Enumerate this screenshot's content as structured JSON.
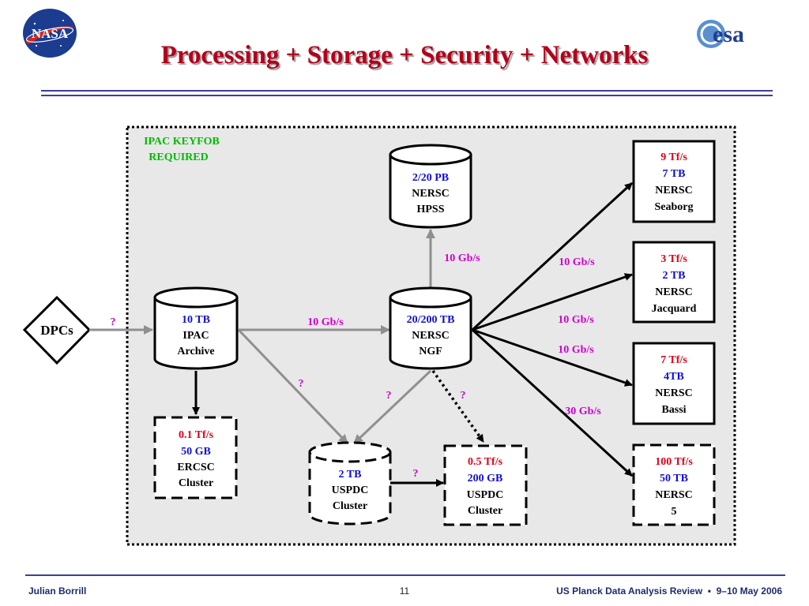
{
  "title": "Processing + Storage + Security + Networks",
  "logos": {
    "nasa": "NASA",
    "esa": "esa"
  },
  "keyfob": {
    "line1": "IPAC KEYFOB",
    "line2": "REQUIRED"
  },
  "dpcs": "DPCs",
  "nodes": {
    "hpss": {
      "cap": "2/20 PB",
      "l1": "NERSC",
      "l2": "HPSS"
    },
    "ipac": {
      "cap": "10 TB",
      "l1": "IPAC",
      "l2": "Archive"
    },
    "ngf": {
      "cap": "20/200 TB",
      "l1": "NERSC",
      "l2": "NGF"
    },
    "ercsc": {
      "speed": "0.1 Tf/s",
      "cap": "50 GB",
      "l1": "ERCSC",
      "l2": "Cluster"
    },
    "uspdc_store": {
      "cap": "2 TB",
      "l1": "USPDC",
      "l2": "Cluster"
    },
    "uspdc": {
      "speed": "0.5 Tf/s",
      "cap": "200 GB",
      "l1": "USPDC",
      "l2": "Cluster"
    },
    "seaborg": {
      "speed": "9 Tf/s",
      "cap": "7 TB",
      "l1": "NERSC",
      "l2": "Seaborg"
    },
    "jacquard": {
      "speed": "3 Tf/s",
      "cap": "2 TB",
      "l1": "NERSC",
      "l2": "Jacquard"
    },
    "bassi": {
      "speed": "7 Tf/s",
      "cap": "4TB",
      "l1": "NERSC",
      "l2": "Bassi"
    },
    "nersc5": {
      "speed": "100 Tf/s",
      "cap": "50 TB",
      "l1": "NERSC",
      "l2": "5"
    }
  },
  "links": {
    "dpc_ipac": "?",
    "ipac_ngf": "10 Gb/s",
    "ngf_hpss": "10 Gb/s",
    "ipac_uspdc": "?",
    "ngf_uspdc_store": "?",
    "ngf_uspdc": "?",
    "store_uspdc": "?",
    "ngf_seaborg": "10 Gb/s",
    "ngf_jacquard": "10 Gb/s",
    "ngf_bassi": "10 Gb/s",
    "ngf_nersc5": "30 Gb/s"
  },
  "footer": {
    "left": "Julian Borrill",
    "page": "11",
    "right": "US Planck Data Analysis Review  •  9–10 May 2006"
  },
  "colors": {
    "title": "#b3001b",
    "speed": "#e0001b",
    "capacity": "#1010d0",
    "link_label": "#cc00cc",
    "keyfob": "#00bb00",
    "rule": "#3b3fa0"
  }
}
